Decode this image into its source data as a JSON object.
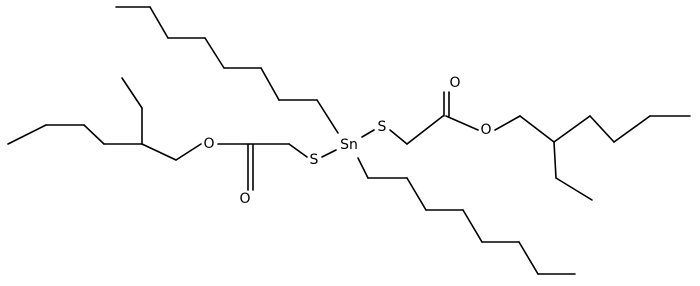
{
  "molecule": {
    "atoms": {
      "tin": "Sn",
      "sulfur_left": "S",
      "sulfur_right": "S",
      "ester_oxygen_left": "O",
      "carbonyl_oxygen_left": "O",
      "ester_oxygen_right": "O",
      "carbonyl_oxygen_right": "O"
    }
  },
  "colors": {
    "bond": "#000000",
    "label": "#000000",
    "background": "#ffffff"
  }
}
